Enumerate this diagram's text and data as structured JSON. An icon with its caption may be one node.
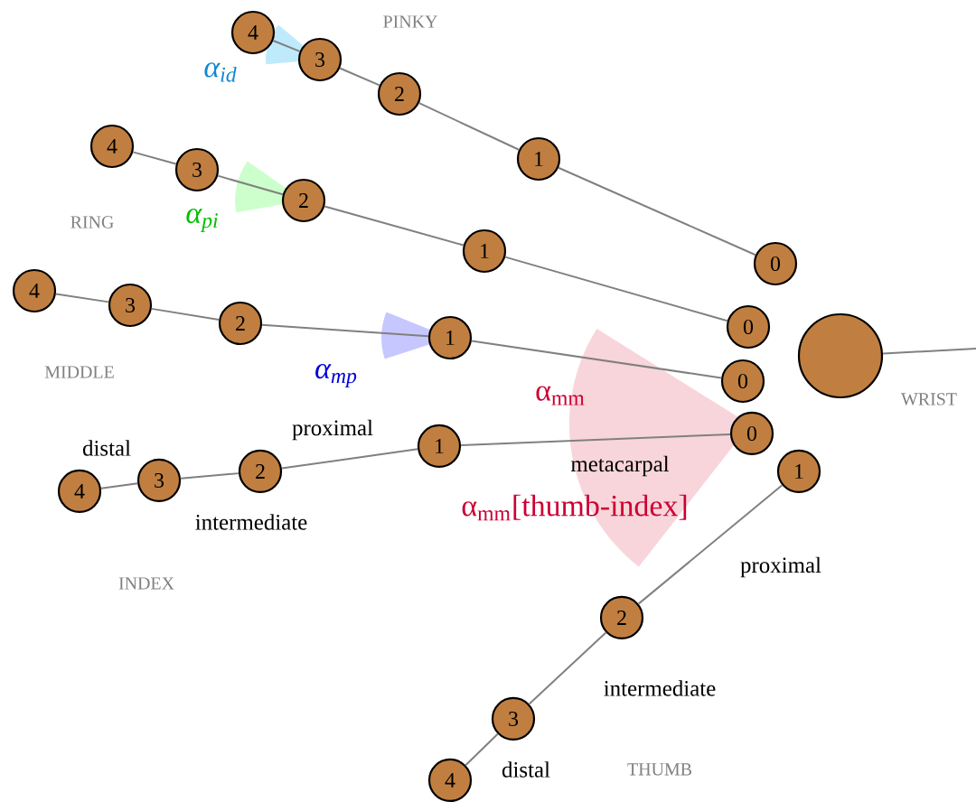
{
  "diagram": {
    "nodes": [
      {
        "text": [
          "4"
        ]
      },
      {
        "text": [
          "3"
        ]
      },
      {
        "text": [
          "2"
        ]
      },
      {
        "text": [
          "1"
        ]
      },
      {
        "text": [
          "0"
        ]
      },
      {
        "text": [
          "4"
        ]
      },
      {
        "text": [
          "3"
        ]
      },
      {
        "text": [
          "2"
        ]
      },
      {
        "text": [
          "1"
        ]
      },
      {
        "text": [
          "0"
        ]
      },
      {
        "text": [
          "4"
        ]
      },
      {
        "text": [
          "3"
        ]
      },
      {
        "text": [
          "2"
        ]
      },
      {
        "text": [
          "1"
        ]
      },
      {
        "text": [
          "0"
        ]
      },
      {
        "text": [
          "4"
        ]
      },
      {
        "text": [
          "3"
        ]
      },
      {
        "text": [
          "2"
        ]
      },
      {
        "text": [
          "1"
        ]
      },
      {
        "text": [
          "0"
        ]
      },
      {
        "text": [],
        "shape": "circle"
      },
      {
        "text": [
          "1"
        ]
      },
      {
        "text": [
          "2"
        ]
      },
      {
        "text": [
          "3"
        ]
      },
      {
        "text": [
          "4"
        ]
      }
    ],
    "edges": [
      {
        "from": 0,
        "to": 1,
        "arrow": "none"
      },
      {
        "from": 1,
        "to": 2,
        "arrow": "none"
      },
      {
        "from": 2,
        "to": 3,
        "arrow": "none"
      },
      {
        "from": 3,
        "to": 4,
        "arrow": "none"
      },
      {
        "from": 5,
        "to": 6,
        "arrow": "none"
      },
      {
        "from": 6,
        "to": 7,
        "arrow": "none"
      },
      {
        "from": 7,
        "to": 8,
        "arrow": "none"
      },
      {
        "from": 8,
        "to": 9,
        "arrow": "none"
      },
      {
        "from": 10,
        "to": 11,
        "arrow": "none"
      },
      {
        "from": 11,
        "to": 12,
        "arrow": "none"
      },
      {
        "from": 12,
        "to": 13,
        "arrow": "none"
      },
      {
        "from": 13,
        "to": 14,
        "arrow": "none"
      },
      {
        "from": 15,
        "to": 16,
        "arrow": "none"
      },
      {
        "from": 16,
        "to": 17,
        "arrow": "none"
      },
      {
        "from": 17,
        "to": 18,
        "arrow": "none"
      },
      {
        "from": 18,
        "to": 19,
        "arrow": "none"
      },
      {
        "from": 20,
        "to": null,
        "arrow": "none"
      },
      {
        "from": 21,
        "to": 22,
        "arrow": "none"
      },
      {
        "from": 22,
        "to": 23,
        "arrow": "none"
      },
      {
        "from": 23,
        "to": 24,
        "arrow": "none"
      }
    ],
    "labels": [
      "PINKY",
      "α$_{id}$",
      "RING",
      "α$_{pi}$",
      "MIDDLE",
      "α$_{mp}$",
      "α$_{mm}$",
      "WRIST",
      "distal",
      "proximal",
      "metacarpal",
      "intermediate",
      "α$_{mm}$[thumb-index]",
      "INDEX",
      "proximal",
      "intermediate",
      "distal",
      "THUMB"
    ]
  }
}
